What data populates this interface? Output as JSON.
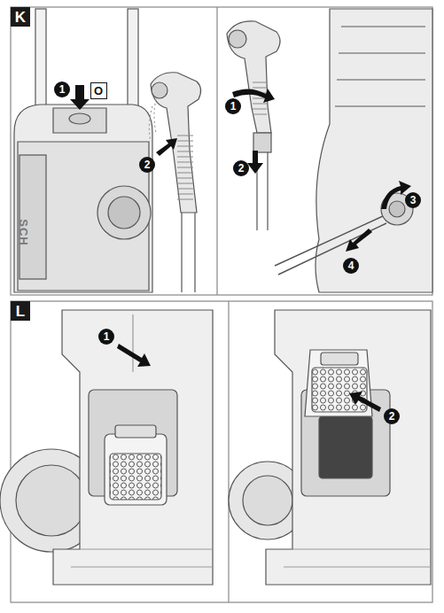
{
  "diagram": {
    "nodes": [
      {
        "text": [
          "K"
        ]
      },
      {
        "text": [
          "1"
        ]
      },
      {
        "text": [
          "O"
        ]
      },
      {
        "text": [
          "2"
        ]
      },
      {
        "text": [
          "1"
        ]
      },
      {
        "text": [
          "2"
        ]
      },
      {
        "text": [
          "3"
        ]
      },
      {
        "text": [
          "4"
        ]
      },
      {
        "text": [
          "L"
        ]
      },
      {
        "text": [
          "1"
        ]
      },
      {
        "text": [
          "2"
        ]
      }
    ],
    "edges": [],
    "labels": [
      "SCH"
    ]
  }
}
